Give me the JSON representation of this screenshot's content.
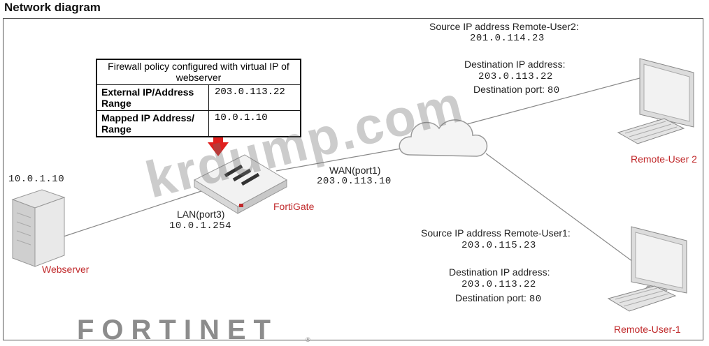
{
  "title": "Network diagram",
  "policy": {
    "heading": "Firewall policy configured with virtual IP of webserver",
    "rows": [
      {
        "key": "External IP/Address Range",
        "value": "203.0.113.22"
      },
      {
        "key": "Mapped IP Address/ Range",
        "value": "10.0.1.10"
      }
    ]
  },
  "webserver": {
    "ip": "10.0.1.10",
    "name": "Webserver"
  },
  "fortigate": {
    "name": "FortiGate",
    "lan_label": "LAN(port3)",
    "lan_ip": "10.0.1.254",
    "wan_label": "WAN(port1)",
    "wan_ip": "203.0.113.10"
  },
  "remote_user2": {
    "name": "Remote-User 2",
    "source_label": "Source IP address Remote-User2:",
    "source_ip": "201.0.114.23",
    "dest_label": "Destination IP address:",
    "dest_ip": "203.0.113.22",
    "port_label": "Destination port:",
    "port": "80"
  },
  "remote_user1": {
    "name": "Remote-User-1",
    "source_label": "Source IP address Remote-User1:",
    "source_ip": "203.0.115.23",
    "dest_label": "Destination IP address:",
    "dest_ip": "203.0.113.22",
    "port_label": "Destination port:",
    "port": "80"
  },
  "watermark": "krdump.com",
  "brand": "FORTINET",
  "brand_mark": "®",
  "colors": {
    "accent_red": "#c0282a",
    "line": "#777777",
    "arrow": "#e0201e"
  }
}
